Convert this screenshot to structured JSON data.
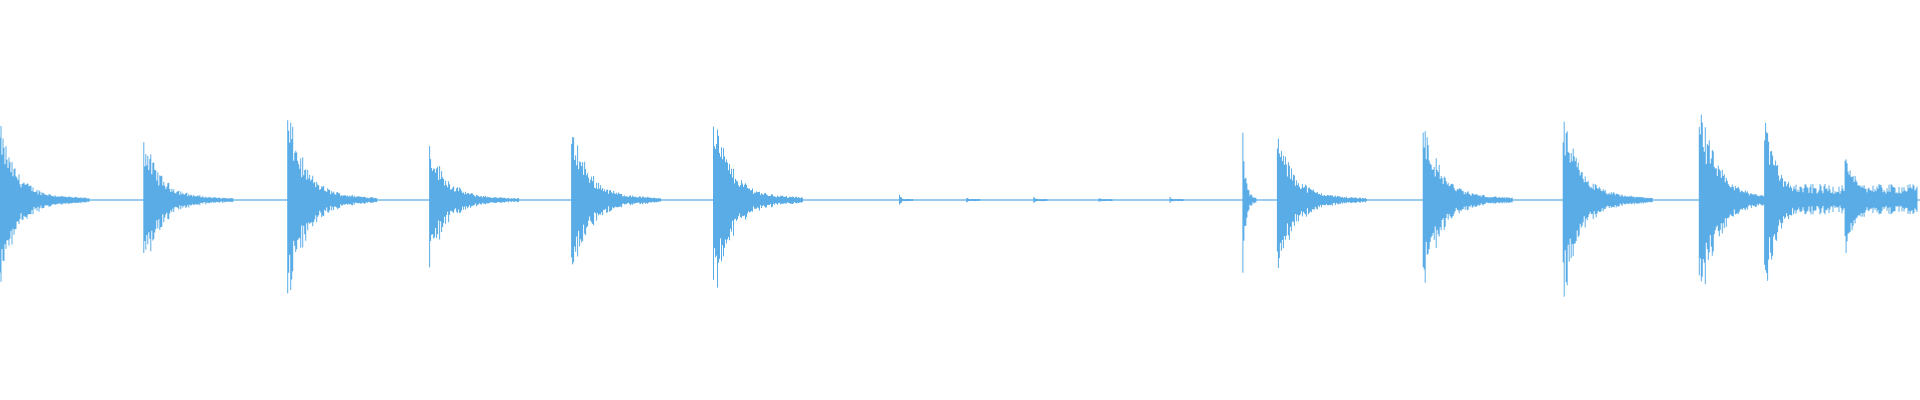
{
  "waveform": {
    "color": "#5aace6",
    "background": "#ffffff",
    "transients": [
      {
        "time": 0.0,
        "peak": 0.75,
        "decay": "long"
      },
      {
        "time": 0.075,
        "peak": 0.64,
        "decay": "long"
      },
      {
        "time": 0.15,
        "peak": 0.92,
        "decay": "long"
      },
      {
        "time": 0.224,
        "peak": 0.58,
        "decay": "long"
      },
      {
        "time": 0.298,
        "peak": 0.78,
        "decay": "long"
      },
      {
        "time": 0.372,
        "peak": 0.92,
        "decay": "long"
      },
      {
        "time": 0.469,
        "peak": 0.05,
        "decay": "short"
      },
      {
        "time": 0.504,
        "peak": 0.03,
        "decay": "short"
      },
      {
        "time": 0.539,
        "peak": 0.03,
        "decay": "short"
      },
      {
        "time": 0.573,
        "peak": 0.03,
        "decay": "short"
      },
      {
        "time": 0.61,
        "peak": 0.03,
        "decay": "short"
      },
      {
        "time": 0.648,
        "peak": 0.72,
        "decay": "short"
      },
      {
        "time": 0.666,
        "peak": 0.7,
        "decay": "long"
      },
      {
        "time": 0.742,
        "peak": 0.82,
        "decay": "long"
      },
      {
        "time": 0.815,
        "peak": 0.86,
        "decay": "long"
      },
      {
        "time": 0.886,
        "peak": 1.0,
        "decay": "long"
      },
      {
        "time": 0.92,
        "peak": 0.9,
        "decay": "medium"
      },
      {
        "time": 0.962,
        "peak": 0.56,
        "decay": "medium"
      }
    ]
  }
}
